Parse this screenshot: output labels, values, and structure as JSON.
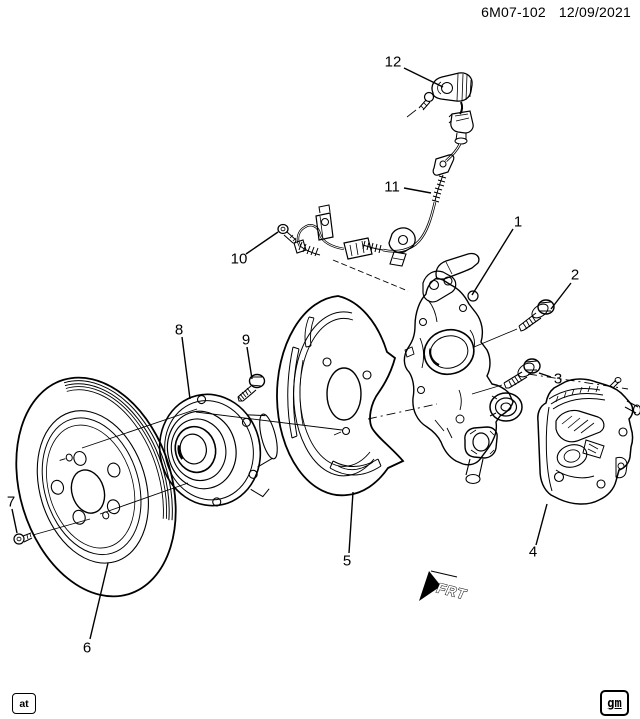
{
  "header": {
    "doc_code": "6M07-102",
    "doc_date": "12/09/2021"
  },
  "callouts": [
    "1",
    "2",
    "3",
    "4",
    "5",
    "6",
    "7",
    "8",
    "9",
    "10",
    "11",
    "12"
  ],
  "direction_indicator": {
    "label": "FRT"
  },
  "footer": {
    "left_badge": "at",
    "right_badge": "gm"
  },
  "colors": {
    "line": "#000000",
    "background": "#ffffff"
  }
}
